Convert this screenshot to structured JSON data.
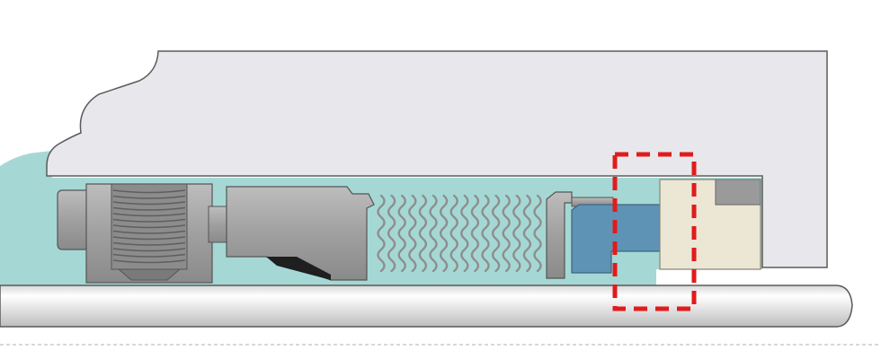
{
  "diagram": {
    "kind": "mechanical-seal-cross-section",
    "labels": [],
    "colors": {
      "background": "#ffffff",
      "housing": "#e8e8ec",
      "housing_outline": "#5a5a5a",
      "process_fluid": "#a5d8d4",
      "shaft": "#f0f0f0",
      "metal_part": "#a3a3a3",
      "metal_dark": "#777777",
      "spring": "#8e8e8e",
      "elastomer": "#1f1f1f",
      "seal_face": "#5f93b6",
      "stationary_seat": "#ece7d5",
      "insert": "#9a9a9a",
      "highlight": "#e21b1b"
    },
    "highlight": {
      "style": "dashed-rectangle",
      "target": "seal-face-interface"
    }
  }
}
